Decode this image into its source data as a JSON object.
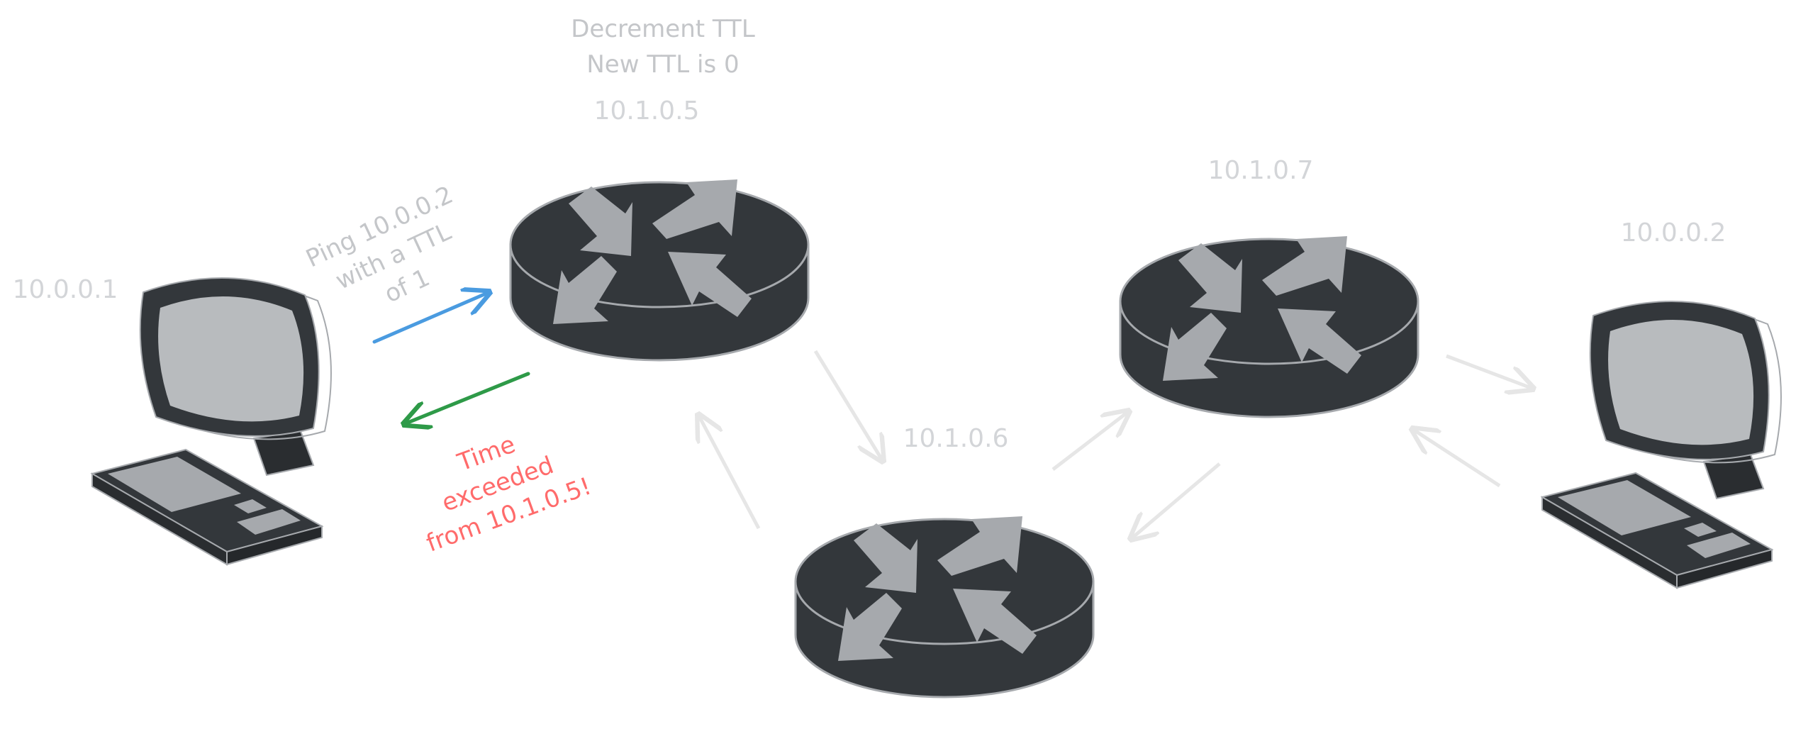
{
  "routers": [
    {
      "ip": "10.1.0.5"
    },
    {
      "ip": "10.1.0.6"
    },
    {
      "ip": "10.1.0.7"
    }
  ],
  "hosts": [
    {
      "ip": "10.0.0.1"
    },
    {
      "ip": "10.0.0.2"
    }
  ],
  "router_note": {
    "line1": "Decrement TTL",
    "line2": "New TTL is 0"
  },
  "ping_label": {
    "line1": "Ping 10.0.0.2",
    "line2": "with a TTL",
    "line3": "of 1"
  },
  "reply_label": {
    "line1": "Time",
    "line2": "exceeded",
    "line3": "from 10.1.0.5!"
  },
  "colors": {
    "device_body": "#33373b",
    "device_outline": "#a6a9ad",
    "arrow_glyph": "#a6a9ad",
    "screen": "#b8bbbe",
    "ping_arrow": "#4a9be0",
    "reply_arrow": "#2e9a48",
    "faint_arrow": "#e6e6e6",
    "red_text": "#ff6b6b"
  },
  "icons": [
    "router-icon",
    "computer-icon"
  ]
}
